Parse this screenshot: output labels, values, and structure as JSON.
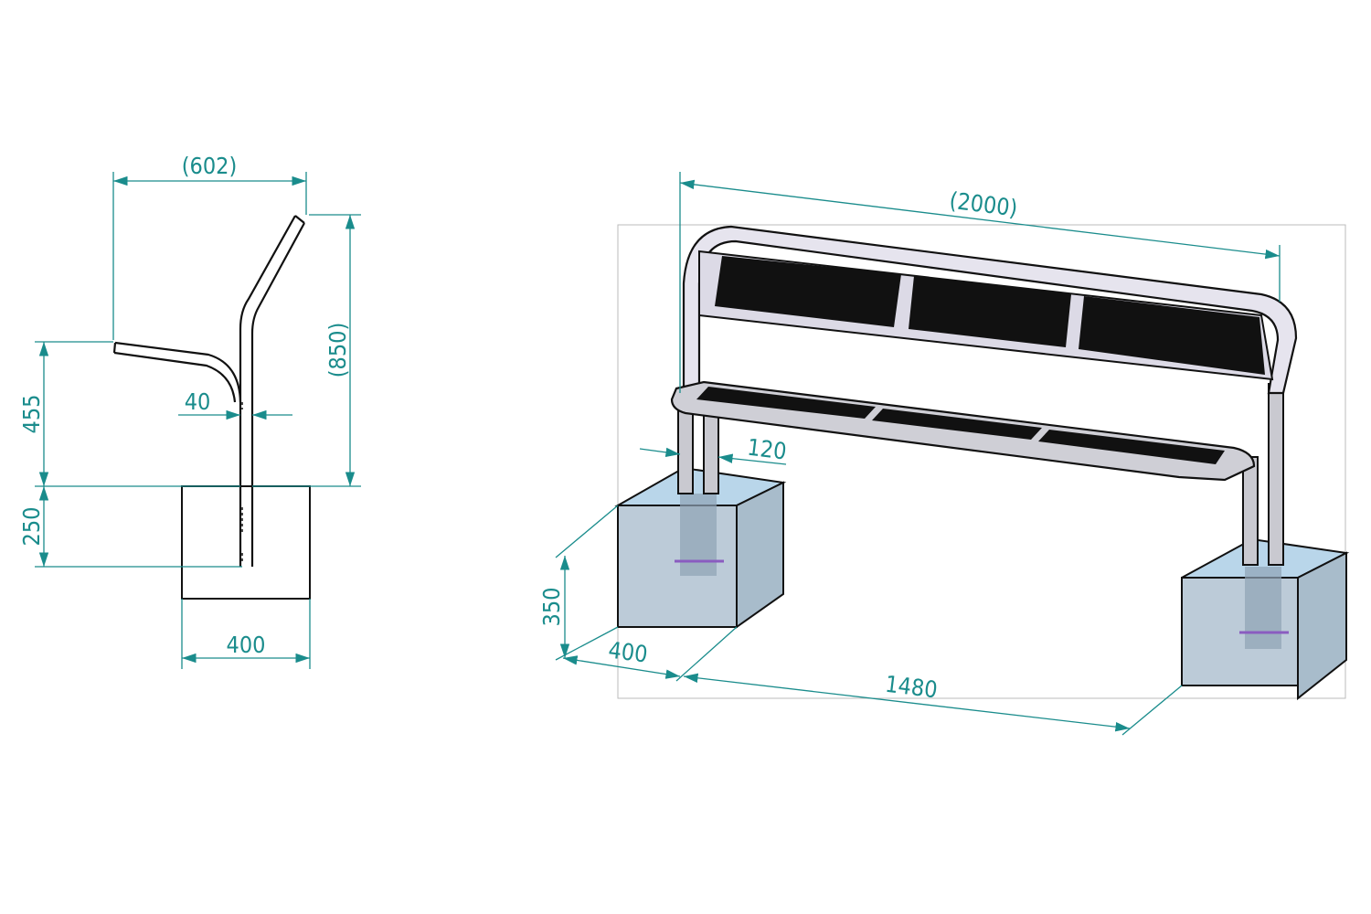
{
  "side_view": {
    "depth_label": "(602)",
    "height_label": "(850)",
    "seat_height_label": "455",
    "embed_depth_label": "250",
    "tube_label": "40",
    "block_width_label": "400"
  },
  "iso_view": {
    "length_label": "(2000)",
    "leg_spacing_label": "120",
    "block_height_label": "350",
    "block_width_label": "400",
    "block_spacing_label": "1480"
  },
  "colors": {
    "dimension": "#1a8c8c",
    "concrete": "#b7cfe0",
    "outline": "#111111"
  }
}
